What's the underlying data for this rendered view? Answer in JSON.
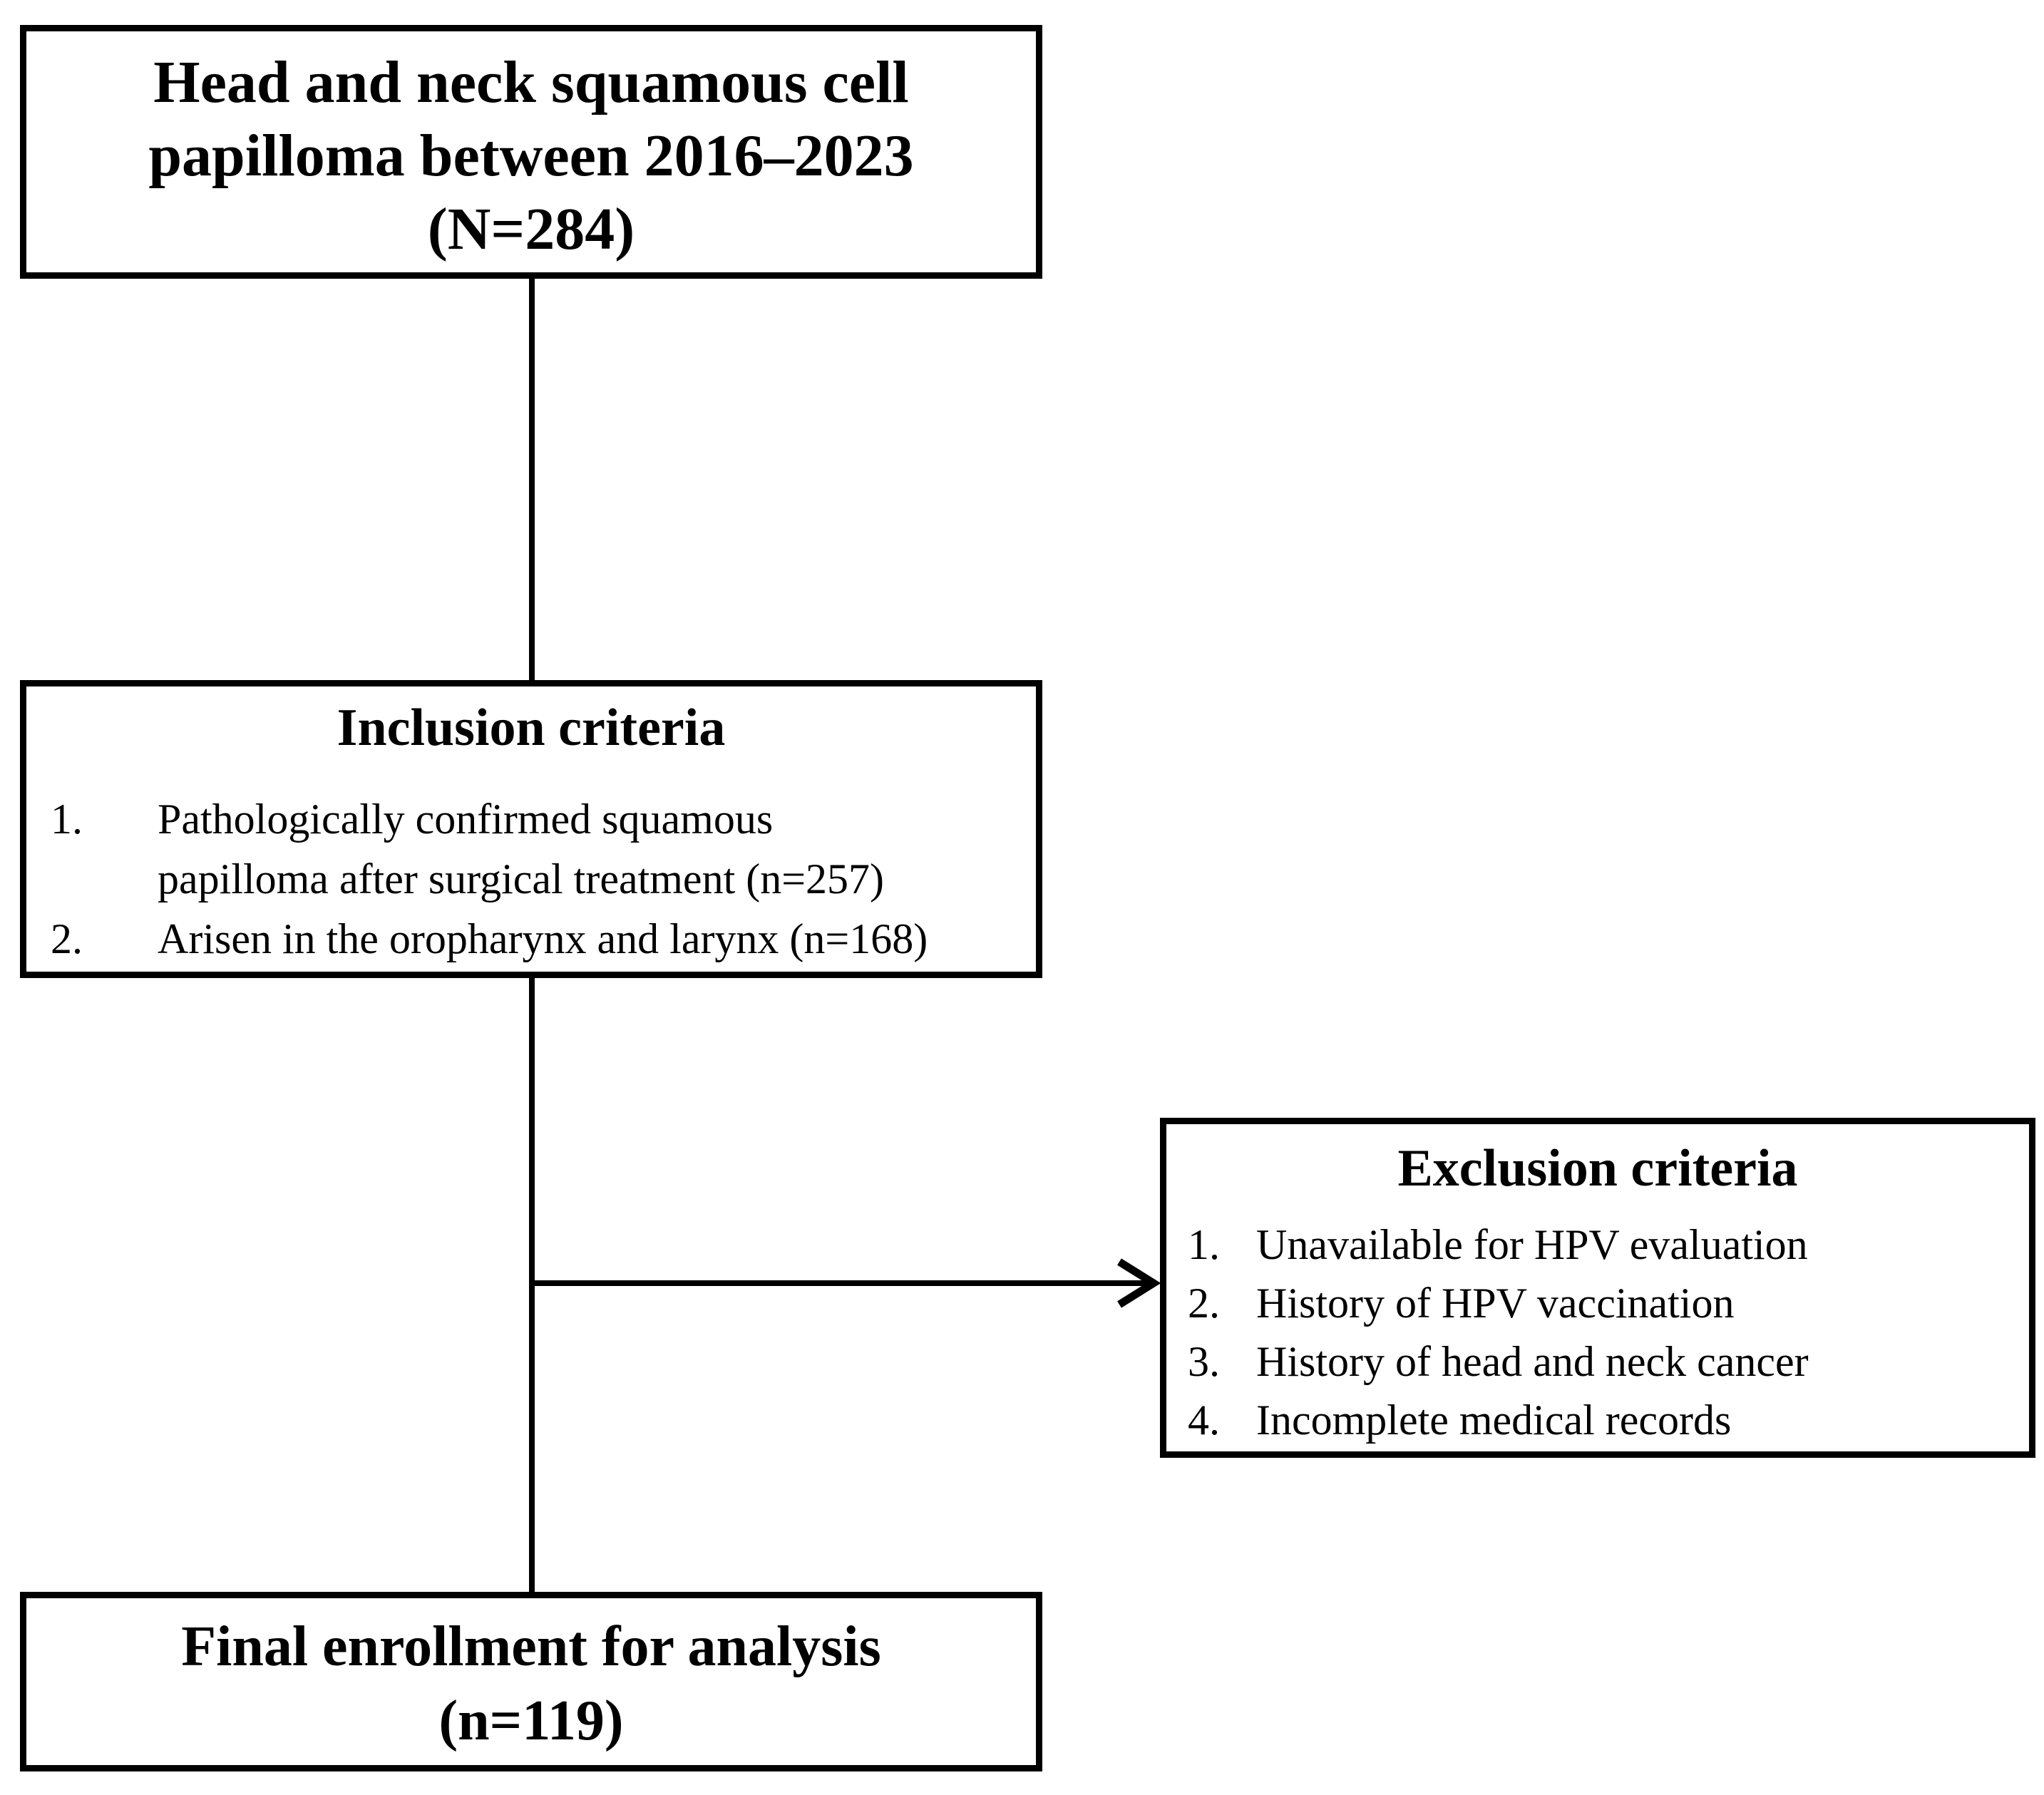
{
  "figure": {
    "background_color": "#ffffff",
    "line_color": "#000000",
    "boxes": {
      "source": {
        "lines": [
          "Head and neck squamous cell",
          "papilloma between 2016–2023",
          "(N=284)"
        ]
      },
      "inclusion": {
        "title": "Inclusion criteria",
        "items": [
          {
            "n": "1.",
            "lines": [
              "Pathologically confirmed squamous",
              "papilloma after surgical treatment (n=257)"
            ]
          },
          {
            "n": "2.",
            "lines": [
              "Arisen in the oropharynx and larynx (n=168)"
            ]
          }
        ]
      },
      "exclusion": {
        "title": "Exclusion criteria",
        "items": [
          {
            "n": "1.",
            "text": "Unavailable for HPV evaluation"
          },
          {
            "n": "2.",
            "text": "History of HPV vaccination"
          },
          {
            "n": "3.",
            "text": "History of head and neck cancer"
          },
          {
            "n": "4.",
            "text": "Incomplete medical records"
          }
        ]
      },
      "final": {
        "lines": [
          "Final enrollment for analysis",
          "(n=119)"
        ]
      }
    }
  }
}
